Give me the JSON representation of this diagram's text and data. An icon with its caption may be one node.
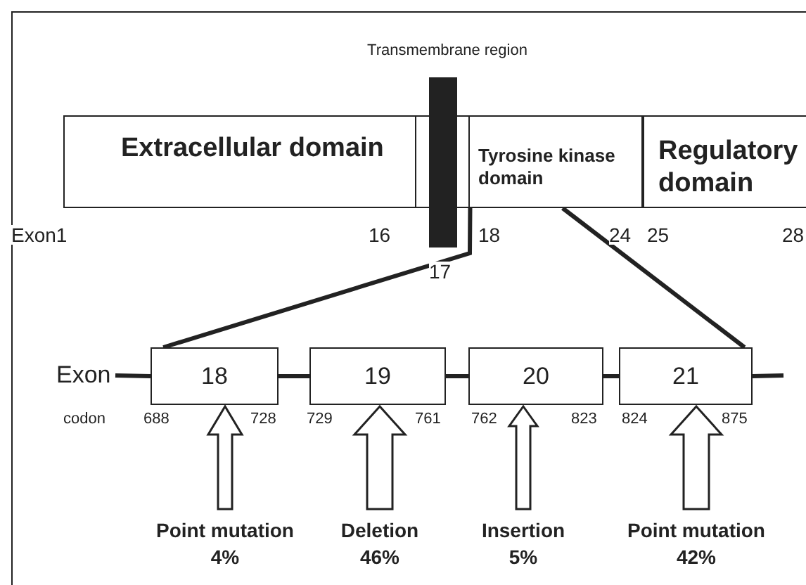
{
  "diagram": {
    "nodes": [
      {
        "text": [
          "Extracellular domain"
        ]
      },
      {
        "text": [],
        "shape": "box"
      },
      {
        "text": [
          "Transmembrane region"
        ]
      },
      {
        "text": [],
        "shape": "box"
      },
      {
        "text": [
          "Tyrosine kinase domain"
        ]
      },
      {
        "text": [
          "Regulatory domain"
        ]
      },
      {
        "text": [
          "18"
        ]
      },
      {
        "text": [
          "19"
        ]
      },
      {
        "text": [
          "20"
        ]
      },
      {
        "text": [
          "21"
        ]
      },
      {
        "text": [
          "Point mutation",
          "4%"
        ]
      },
      {
        "text": [
          "Deletion",
          "46%"
        ]
      },
      {
        "text": [
          "Insertion",
          "5%"
        ]
      },
      {
        "text": [
          "Point mutation",
          "42%"
        ]
      },
      {
        "text": [
          "Exon"
        ]
      }
    ],
    "edges": [
      {
        "from": 4,
        "to": 6,
        "arrow": "none"
      },
      {
        "from": 4,
        "to": 9,
        "arrow": "none"
      },
      {
        "from": 14,
        "to": 6,
        "arrow": "none"
      },
      {
        "from": 6,
        "to": 7,
        "arrow": "none"
      },
      {
        "from": 7,
        "to": 8,
        "arrow": "none"
      },
      {
        "from": 8,
        "to": 9,
        "arrow": "none"
      },
      {
        "from": 9,
        "to": null,
        "arrow": "none"
      },
      {
        "from": 10,
        "to": 6,
        "arrow": "to",
        "style": "thick"
      },
      {
        "from": 11,
        "to": 7,
        "arrow": "to",
        "style": "thick"
      },
      {
        "from": 12,
        "to": 8,
        "arrow": "to",
        "style": "thick"
      },
      {
        "from": 13,
        "to": 9,
        "arrow": "to",
        "style": "thick"
      }
    ],
    "labels": [
      "Exon1",
      "16",
      "17",
      "18",
      "24",
      "25",
      "28",
      "codon",
      "688",
      "728",
      "729",
      "761",
      "762",
      "823",
      "824",
      "875"
    ]
  }
}
